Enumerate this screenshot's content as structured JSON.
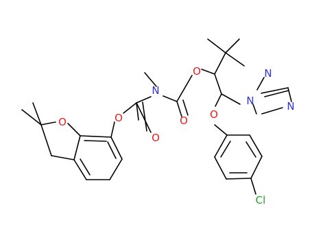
{
  "molecule": {
    "colors": {
      "bond": "#000000",
      "oxygen": "#e4211d",
      "nitrogen": "#2e31d3",
      "chlorine": "#21a121"
    },
    "atom_labels": {
      "O_furan": "O",
      "O_ester1": "O",
      "O_carbonyl1": "O",
      "N_carbamate": "N",
      "O_carbonyl2": "O",
      "O_ester2": "O",
      "O_ether": "O",
      "N1_triazole": "N",
      "N2_triazole": "N",
      "N4_triazole": "N",
      "Cl": "Cl"
    }
  }
}
